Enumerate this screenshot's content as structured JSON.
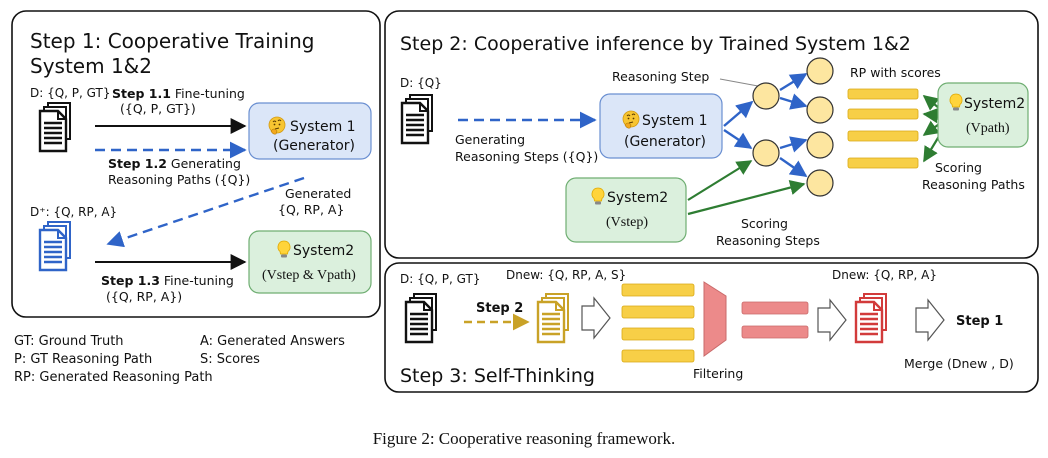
{
  "step1": {
    "title_line1": "Step 1: Cooperative Training",
    "title_line2": "System 1&2",
    "d_label": "D: {Q, P, GT}",
    "dplus_label": "D⁺: {Q, RP, A}",
    "s11_bold": "Step 1.1",
    "s11_text": " Fine-tuning",
    "s11_sub": "({Q, P, GT})",
    "s12_bold": "Step 1.2",
    "s12_text": " Generating",
    "s12_sub": "Reasoning Paths ({Q})",
    "s13_bold": "Step 1.3",
    "s13_text": " Fine-tuning",
    "s13_sub": "({Q, RP, A})",
    "generated_line1": "Generated",
    "generated_line2": "{Q, RP, A}",
    "system1_line1": "System 1",
    "system1_line2": "(Generator)",
    "system2_line1": "System2",
    "system2_line2": "(Vstep & Vpath)"
  },
  "legend": {
    "gt": "GT: Ground Truth",
    "p": "P: GT Reasoning Path",
    "rp": "RP: Generated Reasoning Path",
    "a": "A: Generated Answers",
    "s": "S: Scores"
  },
  "step2": {
    "title": "Step 2: Cooperative inference by Trained System 1&2",
    "d_label": "D: {Q}",
    "gen_line1": "Generating",
    "gen_line2": "Reasoning Steps ({Q})",
    "system1_line1": "System 1",
    "system1_line2": "(Generator)",
    "reasoning_step": "Reasoning Step",
    "rp_scores": "RP with scores",
    "system2_path_line1": "System2",
    "system2_path_line2": "(Vpath)",
    "system2_step_line1": "System2",
    "system2_step_line2": "(Vstep)",
    "scoring_paths_line1": "Scoring",
    "scoring_paths_line2": "Reasoning Paths",
    "scoring_steps_line1": "Scoring",
    "scoring_steps_line2": "Reasoning Steps"
  },
  "step3": {
    "title": "Step 3: Self-Thinking",
    "d_label": "D: {Q, P, GT}",
    "dnew1_label": "Dnew: {Q, RP, A, S}",
    "dnew2_label": "Dnew: {Q, RP, A}",
    "step2_label": "Step 2",
    "filtering": "Filtering",
    "step1_label": "Step 1",
    "merge": "Merge (Dnew , D)"
  },
  "caption": "Figure 2: Cooperative reasoning framework.",
  "colors": {
    "system1_fill": "#dbe6f8",
    "system2_fill": "#dbf0dd",
    "node_fill": "#fde6a0",
    "bar_fill": "#f7cf47",
    "red_bar": "#ec8a8a",
    "blue_arrow": "#2f64c8",
    "green_arrow": "#2e7d32",
    "gold": "#c9a227",
    "red_doc": "#d23b3b"
  }
}
